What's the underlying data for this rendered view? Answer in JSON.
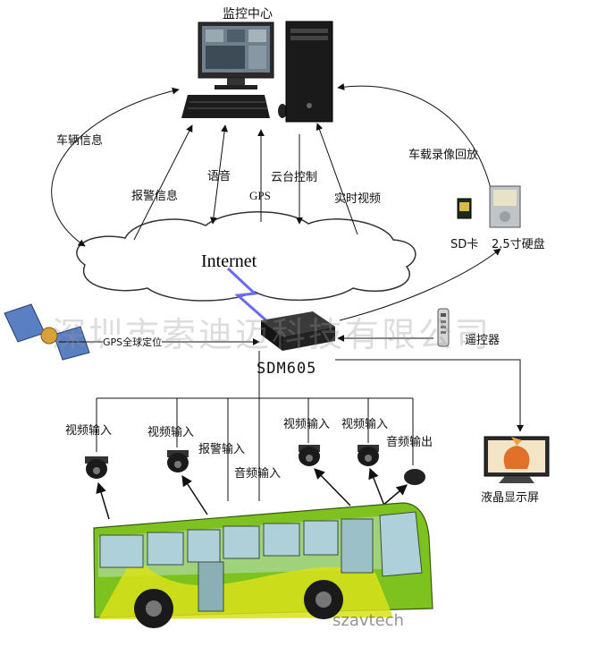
{
  "labels": {
    "monitoring_center": "监控中心",
    "vehicle_info": "车辆信息",
    "alarm_info": "报警信息",
    "voice": "语音",
    "gps": "GPS",
    "ptz_control": "云台控制",
    "realtime_video": "实时视频",
    "vehicle_playback": "车载录像回放",
    "sd_card": "SD卡",
    "hard_disk": "2.5寸硬盘",
    "internet": "Internet",
    "gps_positioning": "GPS全球定位",
    "device_model": "SDM605",
    "remote_control": "遥控器",
    "lcd_screen": "液晶显示屏",
    "video_input_1": "视频输入",
    "video_input_2": "视频输入",
    "alarm_input": "报警输入",
    "audio_input": "音频输入",
    "video_input_3": "视频输入",
    "video_input_4": "视频输入",
    "audio_output": "音频输出"
  },
  "watermark": "深圳市索迪迈科技有限公司",
  "logo": "szavtech",
  "colors": {
    "bus_green": "#7dc21e",
    "bus_yellow": "#d8e21a",
    "lightning": "#6a6cf0",
    "device_dark": "#1e1e1e",
    "cloud_stroke": "#333333"
  }
}
